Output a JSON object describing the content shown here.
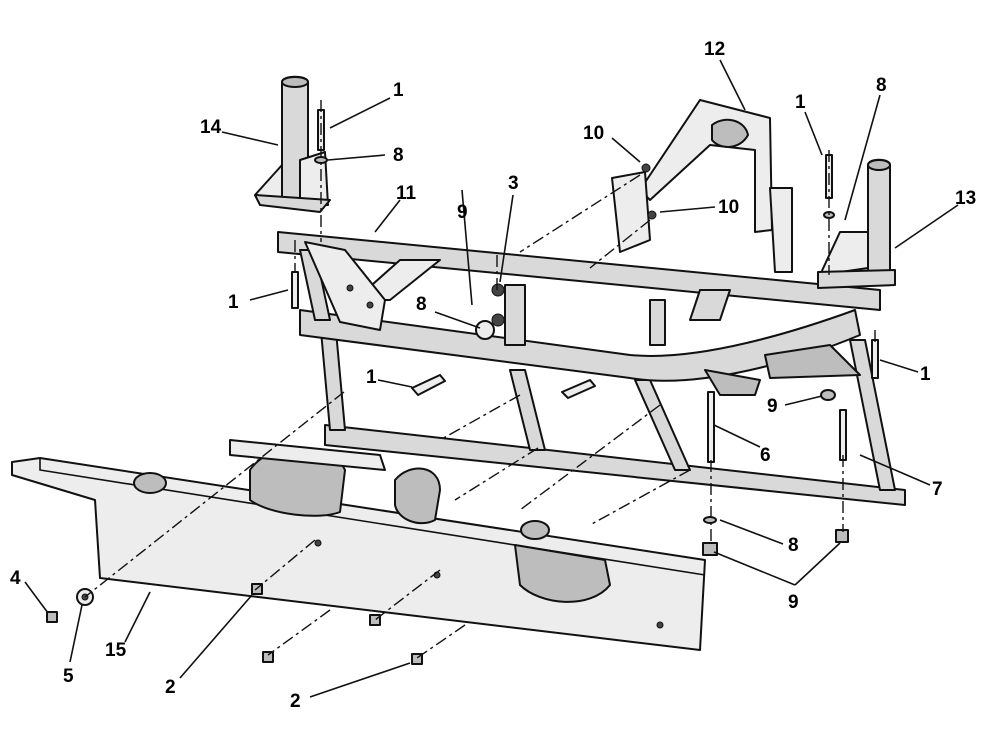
{
  "diagram": {
    "callouts": {
      "c1a": "1",
      "c1b": "1",
      "c1c": "1",
      "c1d": "1",
      "c1e": "1",
      "c2a": "2",
      "c2b": "2",
      "c3": "3",
      "c4": "4",
      "c5": "5",
      "c6": "6",
      "c7": "7",
      "c8a": "8",
      "c8b": "8",
      "c8c": "8",
      "c8d": "8",
      "c9a": "9",
      "c9b": "9",
      "c9c": "9",
      "c10a": "10",
      "c10b": "10",
      "c11": "11",
      "c12": "12",
      "c13": "13",
      "c14": "14",
      "c15": "15"
    }
  }
}
